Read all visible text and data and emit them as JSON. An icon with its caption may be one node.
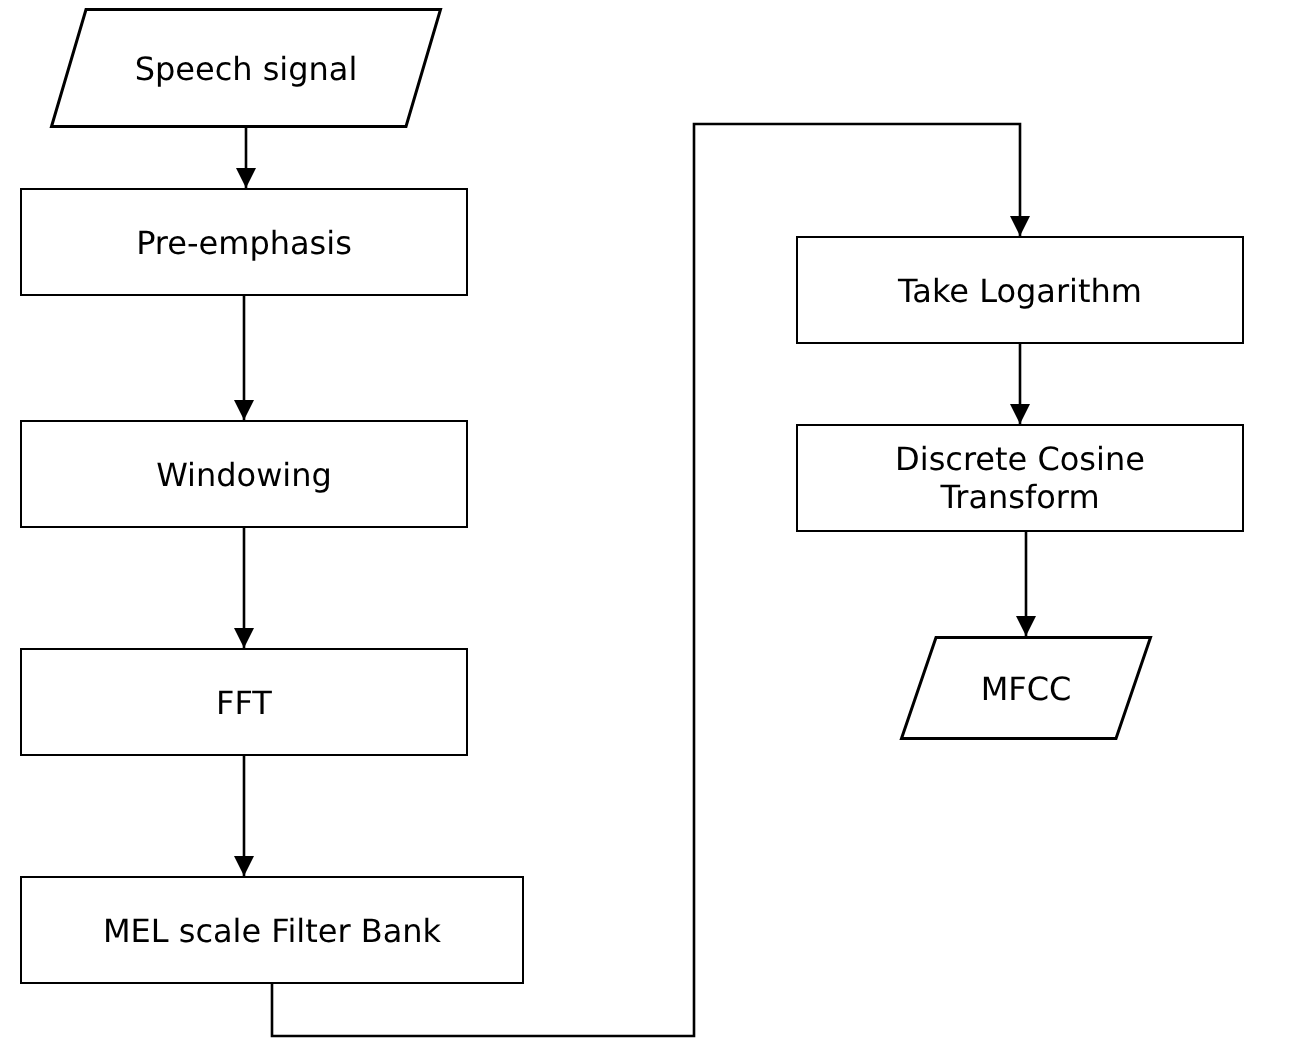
{
  "diagram": {
    "nodes": [
      {
        "text": [
          "Speech signal"
        ]
      },
      {
        "text": [
          "Pre-emphasis"
        ]
      },
      {
        "text": [
          "Windowing"
        ]
      },
      {
        "text": [
          "FFT"
        ]
      },
      {
        "text": [
          "MEL scale Filter Bank"
        ]
      },
      {
        "text": [
          "Take Logarithm"
        ]
      },
      {
        "text": [
          "Discrete Cosine Transform"
        ]
      },
      {
        "text": [
          "MFCC"
        ]
      }
    ],
    "edges": [
      {
        "from": 0,
        "to": 1,
        "arrow": "to"
      },
      {
        "from": 1,
        "to": 2,
        "arrow": "to"
      },
      {
        "from": 2,
        "to": 3,
        "arrow": "to"
      },
      {
        "from": 3,
        "to": 4,
        "arrow": "to"
      },
      {
        "from": 4,
        "to": 5,
        "arrow": "to"
      },
      {
        "from": 5,
        "to": 6,
        "arrow": "to"
      },
      {
        "from": 6,
        "to": 7,
        "arrow": "to"
      }
    ]
  }
}
